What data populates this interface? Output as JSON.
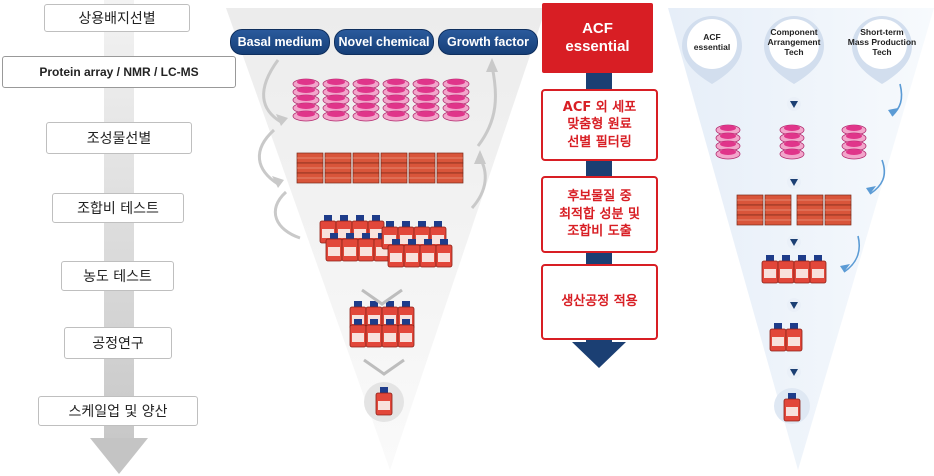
{
  "left_steps": [
    {
      "label": "상용배지선별"
    },
    {
      "label": "Protein array / NMR / LC-MS"
    },
    {
      "label": "조성물선별"
    },
    {
      "label": "조합비 테스트"
    },
    {
      "label": "농도 테스트"
    },
    {
      "label": "공정연구"
    },
    {
      "label": "스케일업 및 양산"
    }
  ],
  "inputs": [
    {
      "label": "Basal medium"
    },
    {
      "label": "Novel chemical"
    },
    {
      "label": "Growth factor"
    }
  ],
  "center": {
    "header": "ACF\nessential",
    "boxes": [
      {
        "label": "ACF 외 세포\n맞춤형 원료\n선별 필터링"
      },
      {
        "label": "후보물질 중\n최적합 성분 및\n조합비 도출"
      },
      {
        "label": "생산공정 적용"
      }
    ]
  },
  "tech_pins": [
    {
      "label": "ACF\nessential"
    },
    {
      "label": "Component\nArrangement\nTech"
    },
    {
      "label": "Short-term\nMass Production\nTech"
    }
  ],
  "colors": {
    "accent_red": "#d81e24",
    "navy": "#1b3f73",
    "funnel_gray": "#efefef",
    "pink": "#e0358a",
    "orange": "#d9553a"
  }
}
